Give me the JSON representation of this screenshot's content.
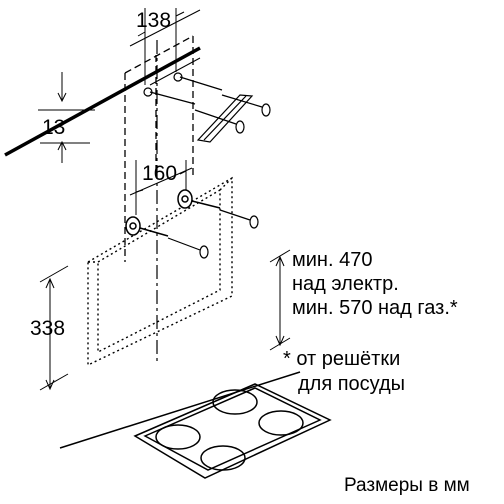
{
  "dimensions": {
    "bracket_spacing": "138",
    "ceiling_offset": "13",
    "hook_spacing": "160",
    "hood_height": "338"
  },
  "notes": {
    "min_electric_line1": "мин. 470",
    "min_electric_line2": "над электр.",
    "min_gas": "мин. 570 над газ.*",
    "footnote_line1": "* от решётки",
    "footnote_line2": "для посуды"
  },
  "units_caption": "Размеры в мм",
  "colors": {
    "line": "#000000",
    "background": "#ffffff"
  }
}
